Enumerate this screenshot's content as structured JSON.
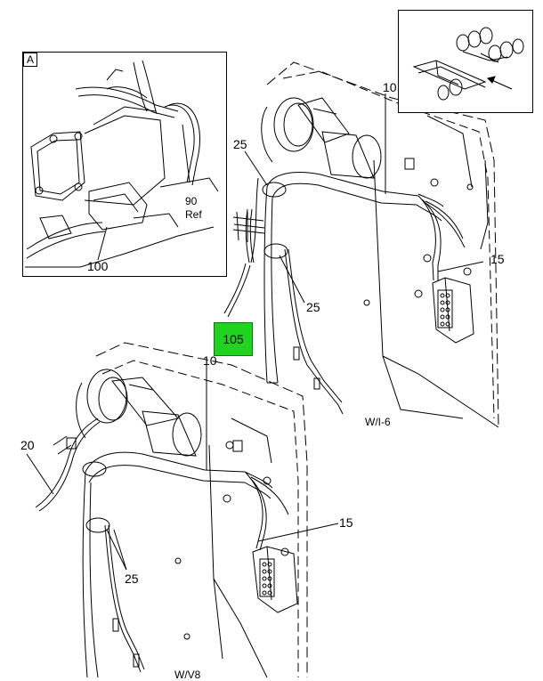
{
  "detail_view": {
    "tag": "A",
    "callouts": {
      "c90": "90",
      "c90_ref": "Ref",
      "c100": "100"
    }
  },
  "main_view_1": {
    "callouts": {
      "c10": "10",
      "c25_top": "25",
      "c25_mid": "25",
      "c15": "15"
    },
    "view_label": "W/I-6"
  },
  "main_view_2": {
    "callouts": {
      "c10": "10",
      "c20": "20",
      "c15": "15",
      "c25": "25"
    },
    "view_label": "W/V8"
  },
  "hotspot": {
    "label": "105",
    "color": "#1fd31f"
  },
  "colors": {
    "line": "#000000",
    "background": "#ffffff"
  }
}
